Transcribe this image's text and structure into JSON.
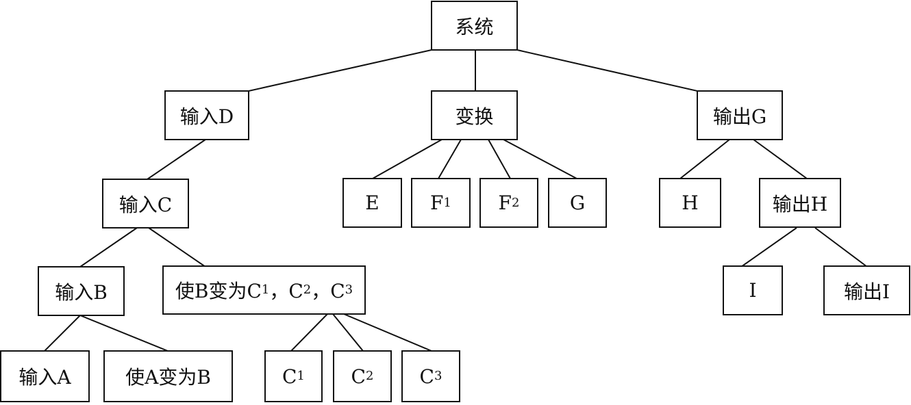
{
  "nodes": {
    "system": "系统",
    "input_d": "输入D",
    "transform": "变换",
    "output_g": "输出G",
    "input_c": "输入C",
    "e": "E",
    "f1": {
      "base": "F",
      "sub": "1"
    },
    "f2": {
      "base": "F",
      "sub": "2"
    },
    "g": "G",
    "h": "H",
    "output_h": "输出H",
    "input_b": "输入B",
    "b_to_c": {
      "parts": [
        "使B变为C",
        "1",
        "，C",
        "2",
        "，C",
        "3"
      ]
    },
    "i": "I",
    "output_i": "输出I",
    "input_a": "输入A",
    "a_to_b": "使A变为B",
    "c1": {
      "base": "C",
      "sub": "1"
    },
    "c2": {
      "base": "C",
      "sub": "2"
    },
    "c3": {
      "base": "C",
      "sub": "3"
    }
  }
}
